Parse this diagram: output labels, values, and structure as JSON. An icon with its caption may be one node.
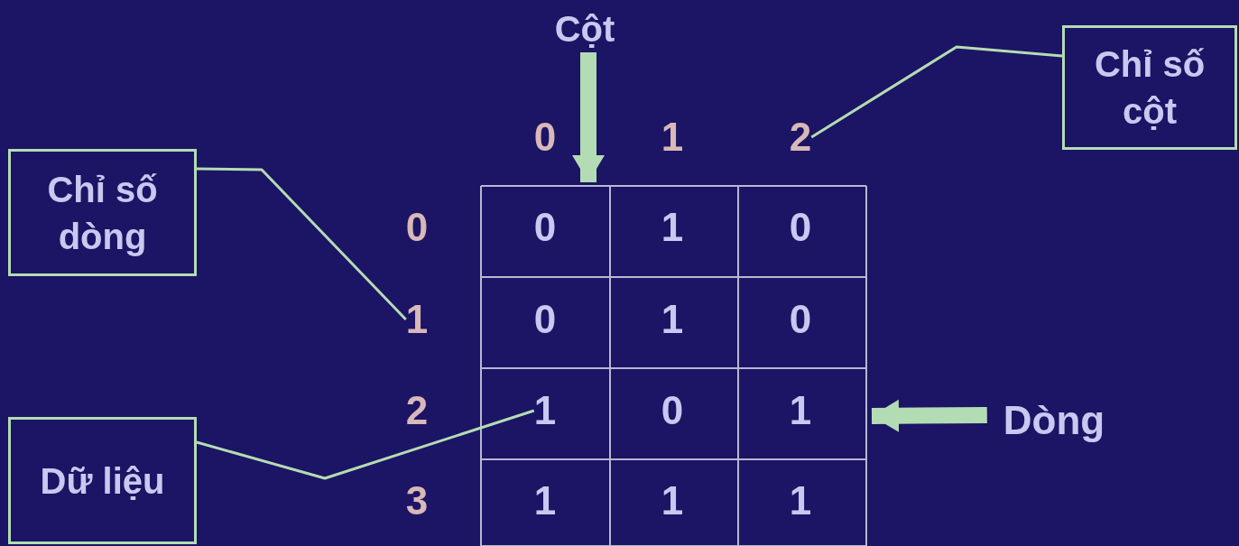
{
  "diagram": {
    "nodes": [
      {
        "text": [
          "Cột"
        ]
      },
      {
        "text": [
          "Chỉ số cột"
        ]
      },
      {
        "text": [
          "Chỉ số dòng"
        ]
      },
      {
        "text": [
          "Dữ liệu"
        ]
      },
      {
        "text": [
          "Dòng"
        ]
      },
      {
        "text": [
          "2"
        ]
      },
      {
        "text": [
          "1"
        ]
      },
      {
        "text": [
          "1"
        ]
      }
    ],
    "edges": [
      {
        "from": 0,
        "to": null,
        "arrow": "to",
        "style": "thick"
      },
      {
        "from": 4,
        "to": null,
        "arrow": "to",
        "style": "thick"
      },
      {
        "from": 1,
        "to": 5,
        "arrow": "none"
      },
      {
        "from": 2,
        "to": 6,
        "arrow": "none"
      },
      {
        "from": 3,
        "to": 7,
        "arrow": "none"
      }
    ],
    "labels": [
      "0",
      "1",
      "0",
      "0",
      "1",
      "0",
      "0",
      "1",
      "0",
      "2",
      "0",
      "1",
      "3",
      "1",
      "1",
      "1"
    ]
  }
}
